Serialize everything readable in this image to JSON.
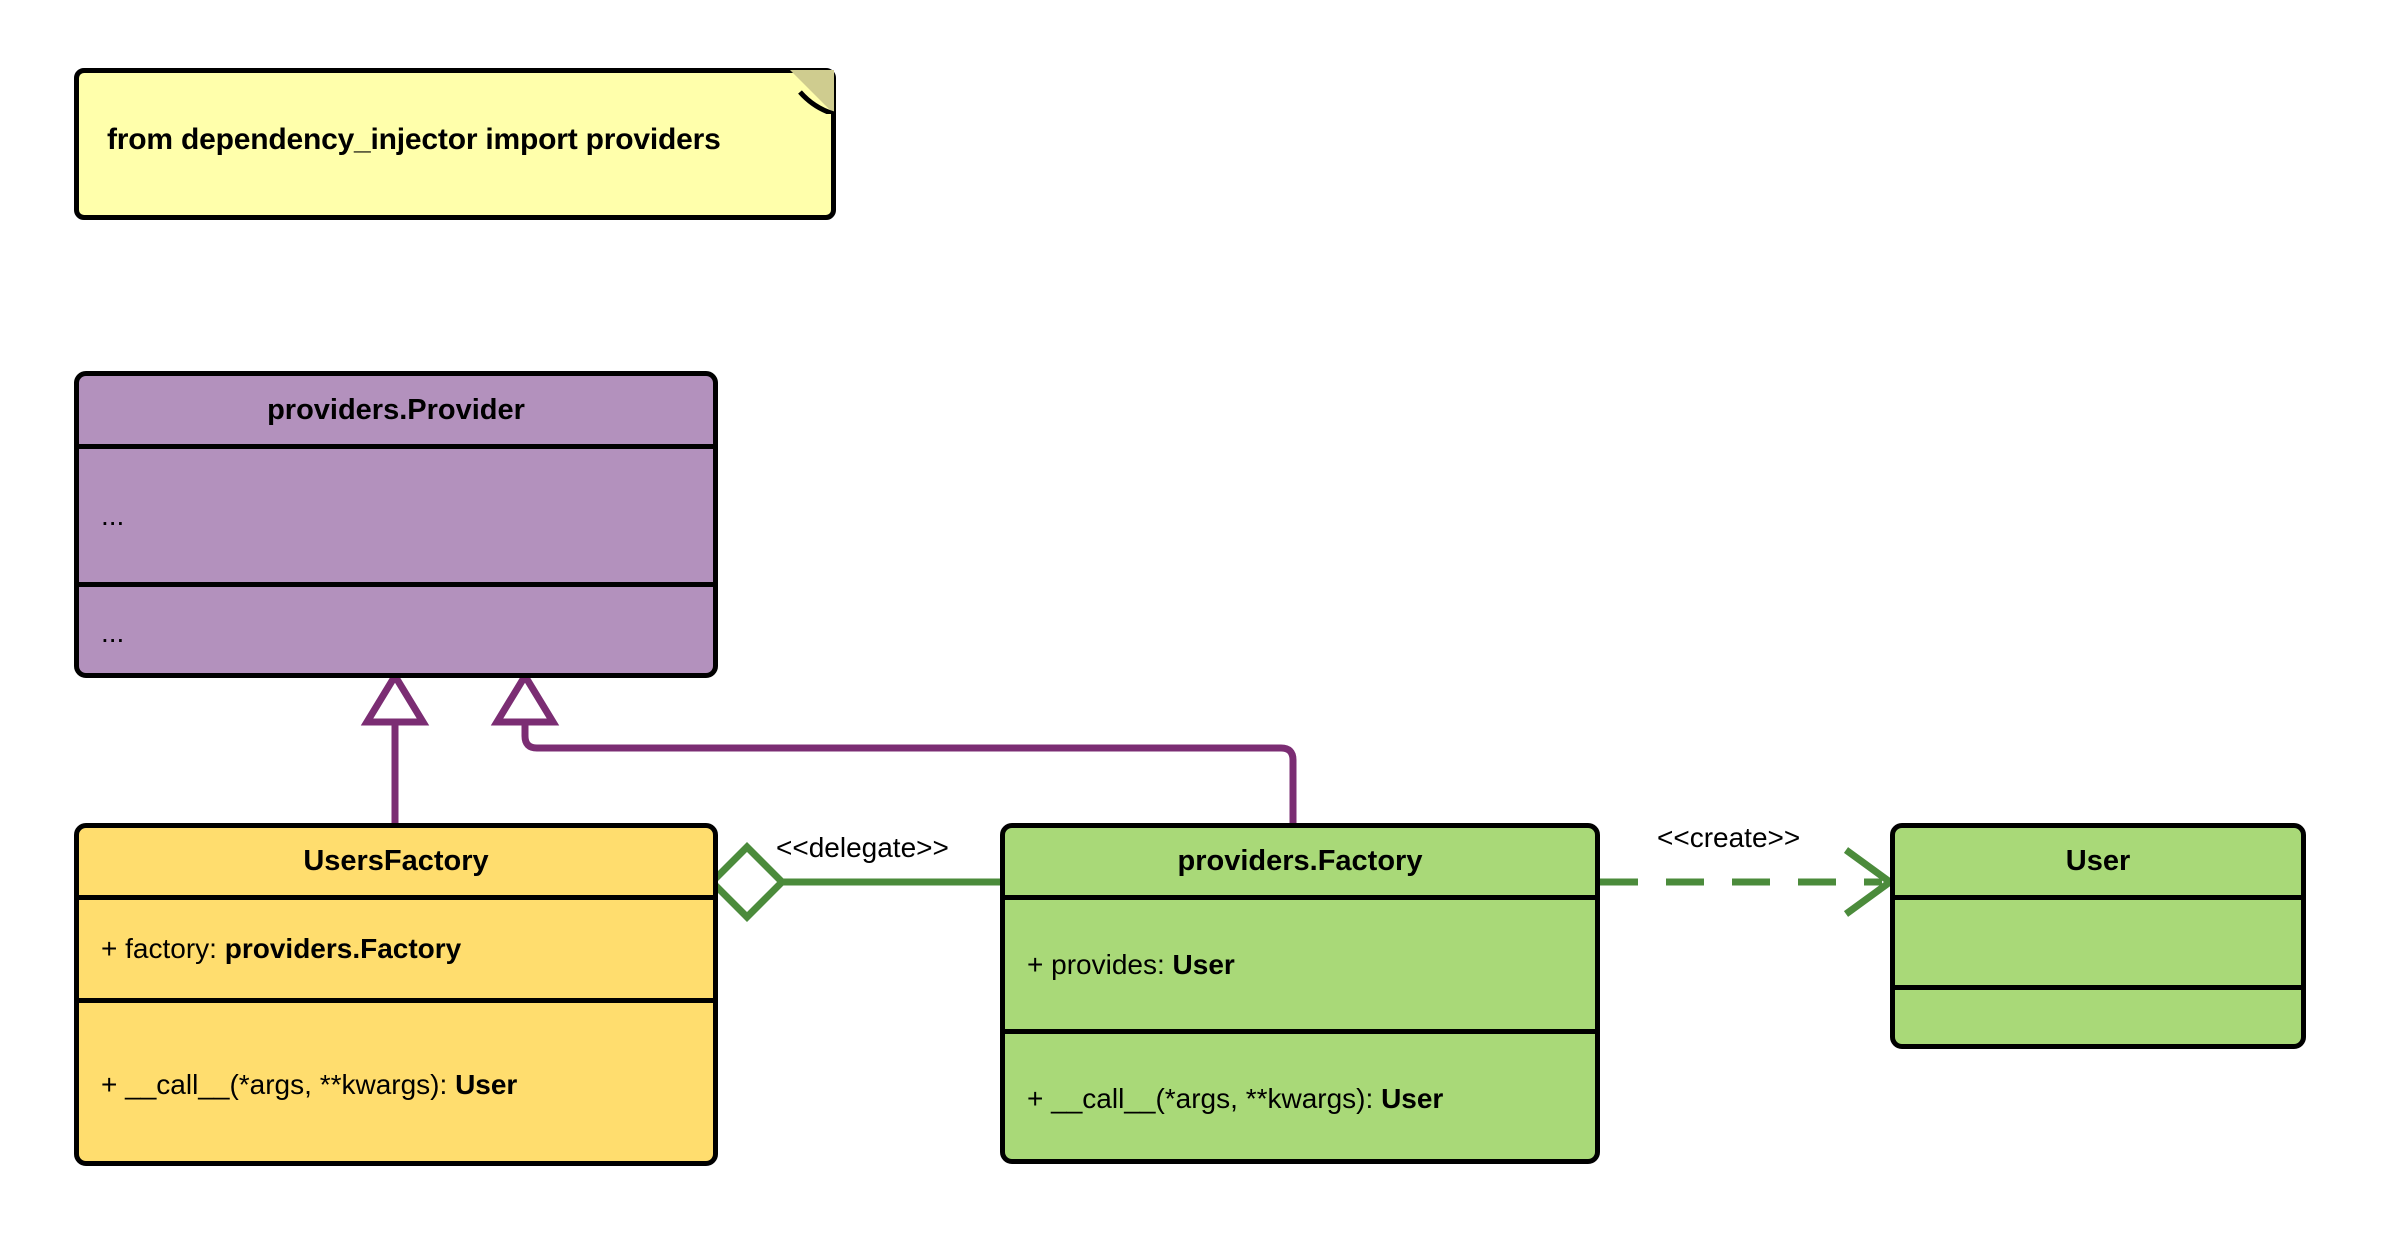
{
  "diagram": {
    "title": "dependency_injector providers UML class diagram",
    "colors": {
      "purple_fill": "#b391bd",
      "yellow_fill": "#ffdd6e",
      "green_fill": "#a9d978",
      "note_fill": "#ffffab",
      "note_fold": "#cfcc8f",
      "inheritance_line": "#7b2d73",
      "association_line": "#4b8b3b",
      "border": "#000000"
    }
  },
  "note": {
    "text": "from dependency_injector import providers"
  },
  "classes": {
    "provider": {
      "name": "providers.Provider",
      "attributes": [
        "..."
      ],
      "methods": [
        "..."
      ]
    },
    "users_factory": {
      "name": "UsersFactory",
      "attributes": [
        {
          "visibility": "+",
          "label": "factory:",
          "type": "providers.Factory"
        }
      ],
      "methods": [
        {
          "visibility": "+",
          "label": "__call__(*args, **kwargs):",
          "type": "User"
        }
      ]
    },
    "providers_factory": {
      "name": "providers.Factory",
      "attributes": [
        {
          "visibility": "+",
          "label": "provides:",
          "type": "User"
        }
      ],
      "methods": [
        {
          "visibility": "+",
          "label": "__call__(*args, **kwargs):",
          "type": "User"
        }
      ]
    },
    "user": {
      "name": "User",
      "attributes": [],
      "methods": []
    }
  },
  "relationships": {
    "delegate": {
      "stereotype": "<<delegate>>",
      "kind": "aggregation",
      "from": "UsersFactory",
      "to": "providers.Factory"
    },
    "create": {
      "stereotype": "<<create>>",
      "kind": "dependency",
      "from": "providers.Factory",
      "to": "User"
    },
    "generalization_users_factory": {
      "kind": "generalization",
      "from": "UsersFactory",
      "to": "providers.Provider"
    },
    "generalization_providers_factory": {
      "kind": "generalization",
      "from": "providers.Factory",
      "to": "providers.Provider"
    }
  }
}
